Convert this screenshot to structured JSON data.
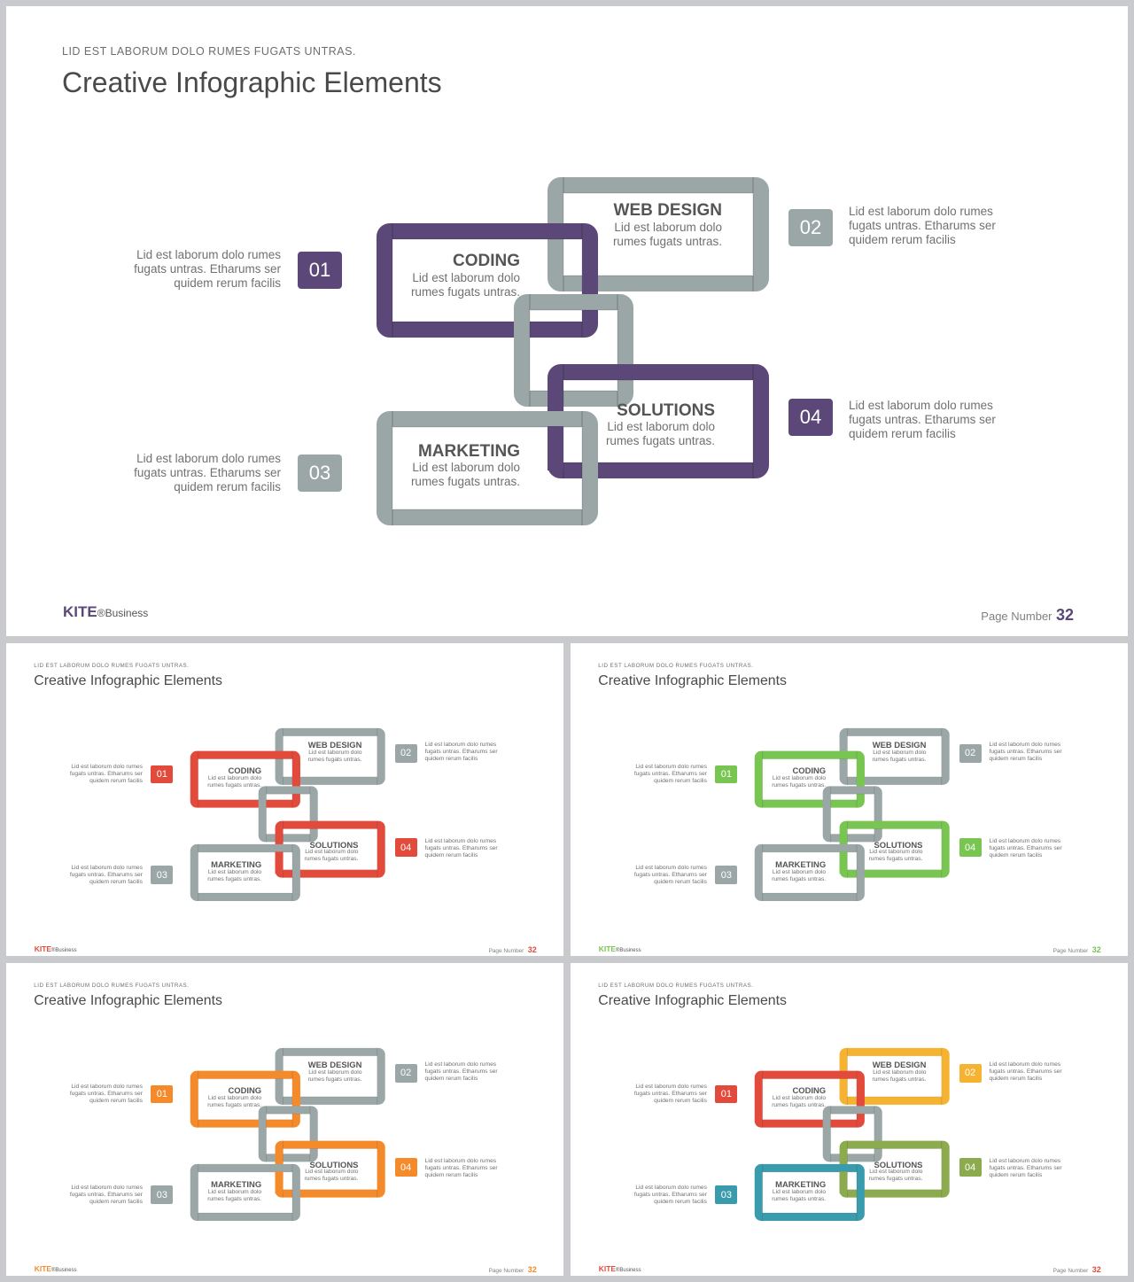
{
  "subtitle": "LID EST LABORUM DOLO RUMES FUGATS UNTRAS.",
  "title": "Creative Infographic Elements",
  "brand": {
    "name": "KITE",
    "suffix": "®Business"
  },
  "page": {
    "label": "Page Number",
    "number": "32"
  },
  "links": [
    {
      "key": "coding",
      "heading": "CODING",
      "body": "Lid est laborum dolo rumes fugats untras."
    },
    {
      "key": "web",
      "heading": "WEB DESIGN",
      "body": "Lid est laborum dolo rumes fugats untras."
    },
    {
      "key": "marketing",
      "heading": "MARKETING",
      "body": "Lid est laborum dolo rumes fugats untras."
    },
    {
      "key": "solutions",
      "heading": "SOLUTIONS",
      "body": "Lid est laborum dolo rumes fugats untras."
    }
  ],
  "items": [
    {
      "num": "01",
      "text": "Lid est laborum dolo rumes fugats untras. Etharums ser quidem rerum facilis"
    },
    {
      "num": "02",
      "text": "Lid est laborum dolo rumes fugats untras. Etharums ser quidem rerum facilis"
    },
    {
      "num": "03",
      "text": "Lid est laborum dolo rumes fugats untras. Etharums ser quidem rerum facilis"
    },
    {
      "num": "04",
      "text": "Lid est laborum dolo rumes fugats untras. Etharums ser quidem rerum facilis"
    }
  ],
  "variants": [
    {
      "name": "purple",
      "colors": {
        "coding": "#5b4878",
        "web": "#9ba6a6",
        "marketing": "#9ba6a6",
        "solutions": "#5b4878",
        "connector": "#9ba6a6"
      },
      "boxes": [
        "#5b4878",
        "#9ba6a6",
        "#9ba6a6",
        "#5b4878"
      ],
      "accent": "#5b4878"
    },
    {
      "name": "red",
      "colors": {
        "coding": "#e24b3b",
        "web": "#9ba6a6",
        "marketing": "#9ba6a6",
        "solutions": "#e24b3b",
        "connector": "#9ba6a6"
      },
      "boxes": [
        "#e24b3b",
        "#9ba6a6",
        "#9ba6a6",
        "#e24b3b"
      ],
      "accent": "#e24b3b"
    },
    {
      "name": "green",
      "colors": {
        "coding": "#78c552",
        "web": "#9ba6a6",
        "marketing": "#9ba6a6",
        "solutions": "#78c552",
        "connector": "#9ba6a6"
      },
      "boxes": [
        "#78c552",
        "#9ba6a6",
        "#9ba6a6",
        "#78c552"
      ],
      "accent": "#78c552"
    },
    {
      "name": "orange",
      "colors": {
        "coding": "#f58a2b",
        "web": "#9ba6a6",
        "marketing": "#9ba6a6",
        "solutions": "#f58a2b",
        "connector": "#9ba6a6"
      },
      "boxes": [
        "#f58a2b",
        "#9ba6a6",
        "#9ba6a6",
        "#f58a2b"
      ],
      "accent": "#f58a2b"
    },
    {
      "name": "multi",
      "colors": {
        "coding": "#e24b3b",
        "web": "#f6b331",
        "marketing": "#3a9bad",
        "solutions": "#8bab4e",
        "connector": "#9ba6a6"
      },
      "boxes": [
        "#e24b3b",
        "#f6b331",
        "#3a9bad",
        "#8bab4e"
      ],
      "accent": "#e24b3b"
    }
  ]
}
